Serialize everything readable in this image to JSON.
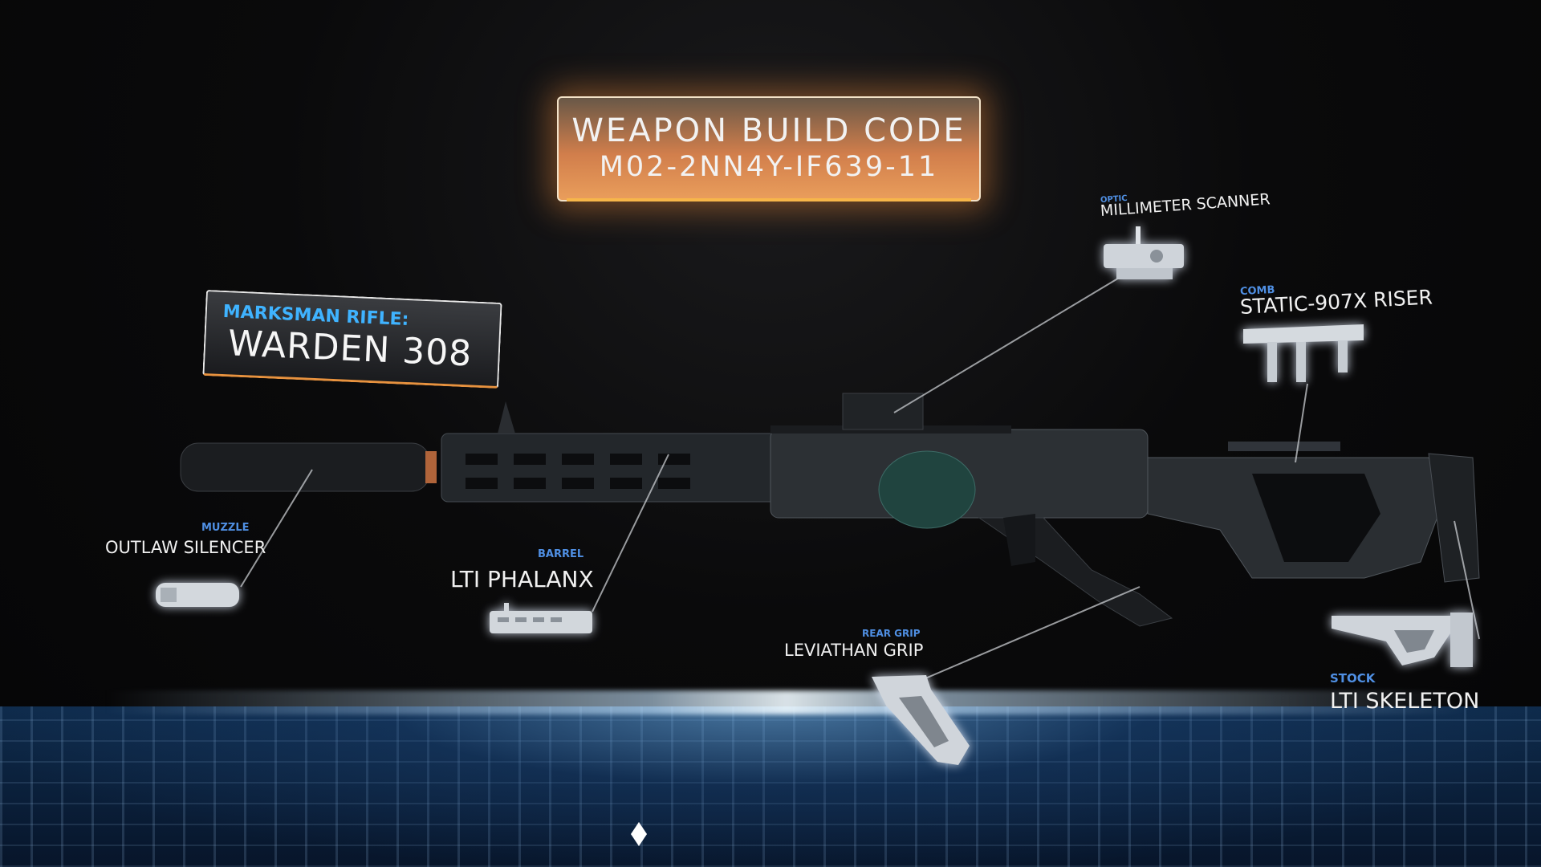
{
  "build_code": {
    "title": "WEAPON BUILD CODE",
    "code": "M02-2NN4Y-IF639-11",
    "accent": "#f0a060"
  },
  "weapon": {
    "class": "MARKSMAN RIFLE:",
    "name": "WARDEN 308"
  },
  "attachments": [
    {
      "category": "OPTIC",
      "name": "MILLIMETER SCANNER"
    },
    {
      "category": "COMB",
      "name": "STATIC-907X RISER"
    },
    {
      "category": "MUZZLE",
      "name": "OUTLAW SILENCER"
    },
    {
      "category": "BARREL",
      "name": "LTI PHALANX"
    },
    {
      "category": "REAR GRIP",
      "name": "LEVIATHAN GRIP"
    },
    {
      "category": "STOCK",
      "name": "LTI SKELETON"
    }
  ],
  "colors": {
    "category_blue": "#4f8fe3",
    "class_blue": "#3fb3ff"
  }
}
